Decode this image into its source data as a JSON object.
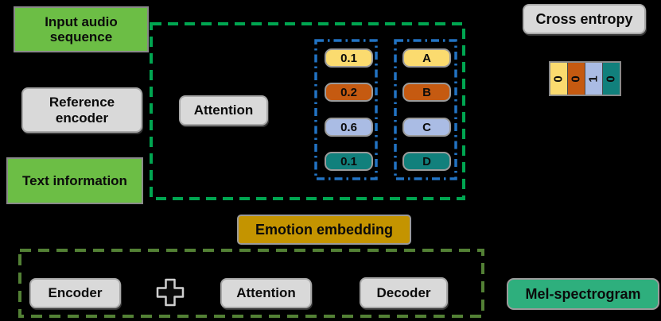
{
  "nodes": {
    "input_audio": "Input audio sequence",
    "reference_encoder": "Reference encoder",
    "text_information": "Text information",
    "attention_top": "Attention",
    "cross_entropy": "Cross entropy",
    "emotion_embedding": "Emotion embedding",
    "encoder": "Encoder",
    "attention_bottom": "Attention",
    "decoder": "Decoder",
    "mel_spectrogram": "Mel-spectrogram"
  },
  "attention_weights": {
    "values": [
      "0.1",
      "0.2",
      "0.6",
      "0.1"
    ],
    "tokens": [
      "A",
      "B",
      "C",
      "D"
    ]
  },
  "one_hot_vector": [
    "0",
    "0",
    "1",
    "0"
  ],
  "colors": {
    "background": "#000000",
    "node_green": "#6CBE45",
    "node_gray": "#D9D9D9",
    "emotion_gold": "#C49400",
    "mel_emerald": "#2EAF7D",
    "chip_yellow": "#FBDB6F",
    "chip_orange": "#C55A11",
    "chip_blue": "#AABCE4",
    "chip_teal": "#11807C",
    "dashed_green": "#00A651",
    "dashed_olive": "#538135",
    "dashed_blue": "#2273C3"
  }
}
